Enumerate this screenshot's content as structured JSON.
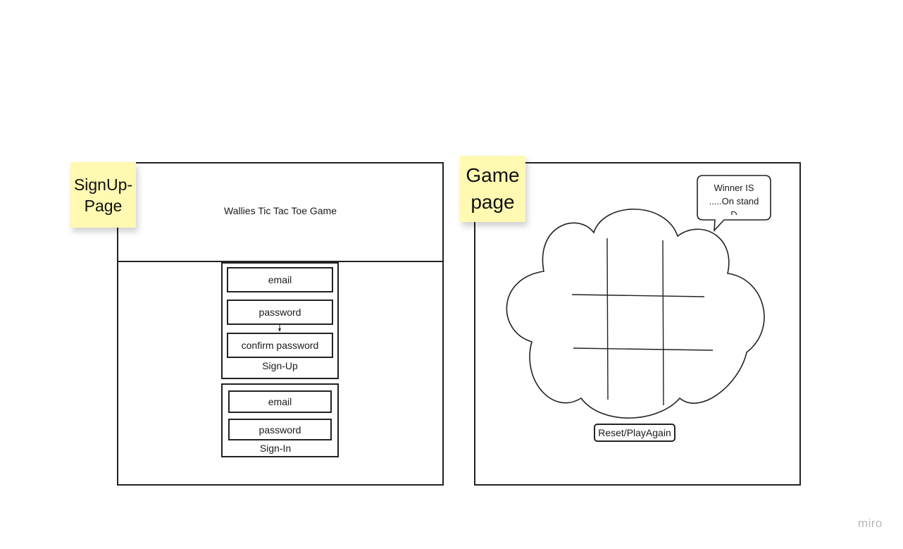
{
  "signup_page": {
    "sticky_label_line1": "SignUp-",
    "sticky_label_line2": "Page",
    "header_title": "Wallies Tic Tac Toe Game",
    "signup_form": {
      "email": "email",
      "password": "password",
      "confirm_password": "confirm password",
      "caption": "Sign-Up"
    },
    "signin_form": {
      "email": "email",
      "password": "password",
      "caption": "Sign-In"
    }
  },
  "game_page": {
    "sticky_label_line1": "Game",
    "sticky_label_line2": "page",
    "speech_bubble_line1": "Winner IS",
    "speech_bubble_line2": ".....On stand",
    "speech_bubble_line3": "D",
    "reset_button": "Reset/PlayAgain"
  },
  "watermark": "miro",
  "colors": {
    "sticky": "#fff9b1",
    "stroke": "#222222",
    "watermark": "#b8b8bc"
  }
}
